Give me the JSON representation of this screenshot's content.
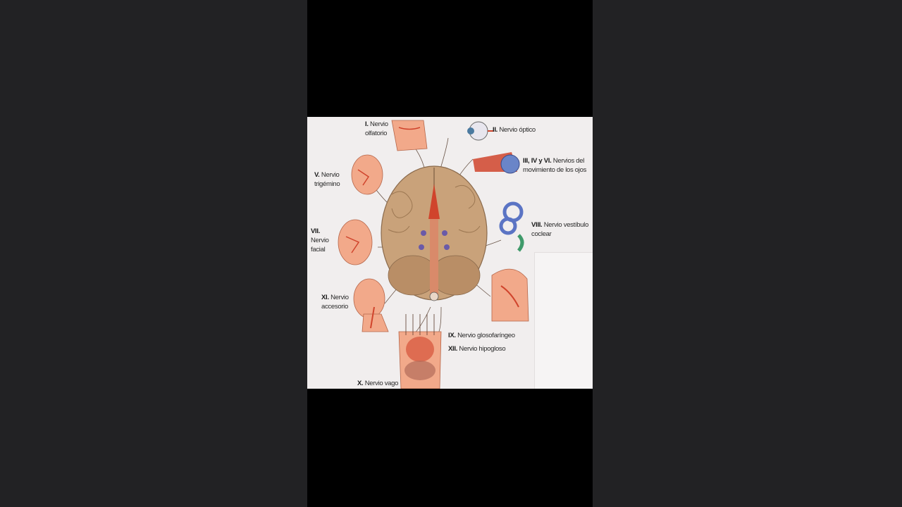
{
  "colors": {
    "outer_background": "#222224",
    "viewer_background": "#000000",
    "figure_background": "#f1eeee",
    "brain": "#c9a27a",
    "nerve_red": "#d0442c",
    "skin": "#f2a98a",
    "inner_ear": "#5b74c4"
  },
  "labels": {
    "olfatorio": {
      "num": "I.",
      "line1": "Nervio",
      "line2": "olfatorio"
    },
    "optico": {
      "num": "II.",
      "line1": "Nervio óptico"
    },
    "ojos": {
      "num": "III, IV y VI.",
      "line1": "Nervios del",
      "line2": "movimiento de los ojos"
    },
    "trigemino": {
      "num": "V.",
      "line1": "Nervio",
      "line2": "trigémino"
    },
    "facial": {
      "num": "VII.",
      "line1": "Nervio",
      "line2": "facial"
    },
    "vestibulo": {
      "num": "VIII.",
      "line1": "Nervio vestíbulo",
      "line2": "coclear"
    },
    "accesorio": {
      "num": "XI.",
      "line1": "Nervio",
      "line2": "accesorio"
    },
    "glosofaringeo": {
      "num": "IX.",
      "line1": "Nervio glosofaríngeo"
    },
    "hipogloso": {
      "num": "XII.",
      "line1": "Nervio hipogloso"
    },
    "vago": {
      "num": "X.",
      "line1": "Nervio vago"
    }
  },
  "icons": [
    "brain-illustration",
    "nose-illustration",
    "eye-illustration",
    "eye-muscles-illustration",
    "head-illustration",
    "inner-ear-illustration",
    "torso-illustration"
  ]
}
